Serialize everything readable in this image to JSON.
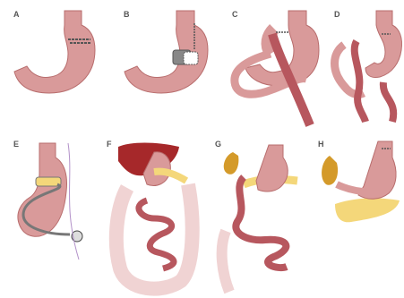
{
  "panels": [
    {
      "id": "A",
      "label": "A"
    },
    {
      "id": "B",
      "label": "B"
    },
    {
      "id": "C",
      "label": "C"
    },
    {
      "id": "D",
      "label": "D"
    },
    {
      "id": "E",
      "label": "E"
    },
    {
      "id": "F",
      "label": "F"
    },
    {
      "id": "G",
      "label": "G"
    },
    {
      "id": "H",
      "label": "H"
    }
  ],
  "colors": {
    "stomach": "#d99a9a",
    "stomach_dark": "#b86d6d",
    "intestine_dark": "#b7575e",
    "intestine_light": "#f0d3d3",
    "liver": "#a6282a",
    "gallbladder": "#d49a2a",
    "pancreas": "#f4d77a",
    "staple": "#555555",
    "band": "#777777",
    "nerve": "#b392c9"
  }
}
